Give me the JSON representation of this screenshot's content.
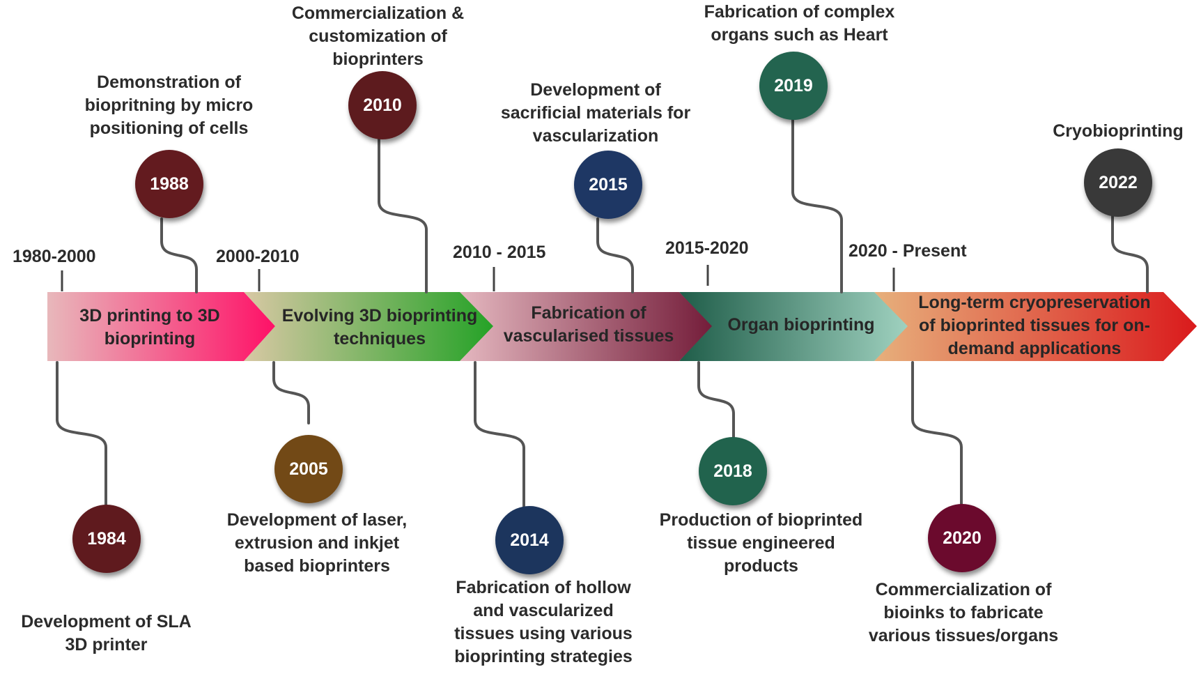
{
  "eras": [
    "1980-2000",
    "2000-2010",
    "2010 - 2015",
    "2015-2020",
    "2020 - Present"
  ],
  "stages": [
    {
      "label": "3D printing to 3D\nbioprinting",
      "from": "#e8b8bb",
      "to": "#fe1167"
    },
    {
      "label": "Evolving 3D bioprinting\ntechniques",
      "from": "#d8c8a4",
      "to": "#25a227"
    },
    {
      "label": "Fabrication of\nvascularised tissues",
      "from": "#e4b7bf",
      "to": "#741d3a"
    },
    {
      "label": "Organ bioprinting",
      "from": "#1f5d49",
      "to": "#9fd1bf"
    },
    {
      "label": "Long-term cryopreservation\nof bioprinted tissues for on-\ndemand applications",
      "from": "#e7b07c",
      "to": "#da1a1c"
    }
  ],
  "milestones": [
    {
      "year": "1984",
      "color": "#5f1a1e",
      "text": "Development of SLA\n3D printer"
    },
    {
      "year": "1988",
      "color": "#631b1f",
      "text": "Demonstration of\nbiopritning by micro\npositioning of cells"
    },
    {
      "year": "2005",
      "color": "#724916",
      "text": "Development of laser,\nextrusion and inkjet\nbased bioprinters"
    },
    {
      "year": "2010",
      "color": "#5d1b1e",
      "text": "Commercialization &\ncustomization of\nbioprinters"
    },
    {
      "year": "2014",
      "color": "#1c355d",
      "text": "Fabrication of hollow\nand vascularized\ntissues using various\nbioprinting strategies"
    },
    {
      "year": "2015",
      "color": "#1e3764",
      "text": "Development of\nsacrificial materials for\nvascularization"
    },
    {
      "year": "2018",
      "color": "#21634d",
      "text": "Production of bioprinted\ntissue engineered\nproducts"
    },
    {
      "year": "2019",
      "color": "#23644f",
      "text": "Fabrication of complex\norgans such as Heart"
    },
    {
      "year": "2020",
      "color": "#6b0a2d",
      "text": "Commercialization of\nbioinks to fabricate\nvarious tissues/organs"
    },
    {
      "year": "2022",
      "color": "#393939",
      "text": "Cryobioprinting"
    }
  ]
}
